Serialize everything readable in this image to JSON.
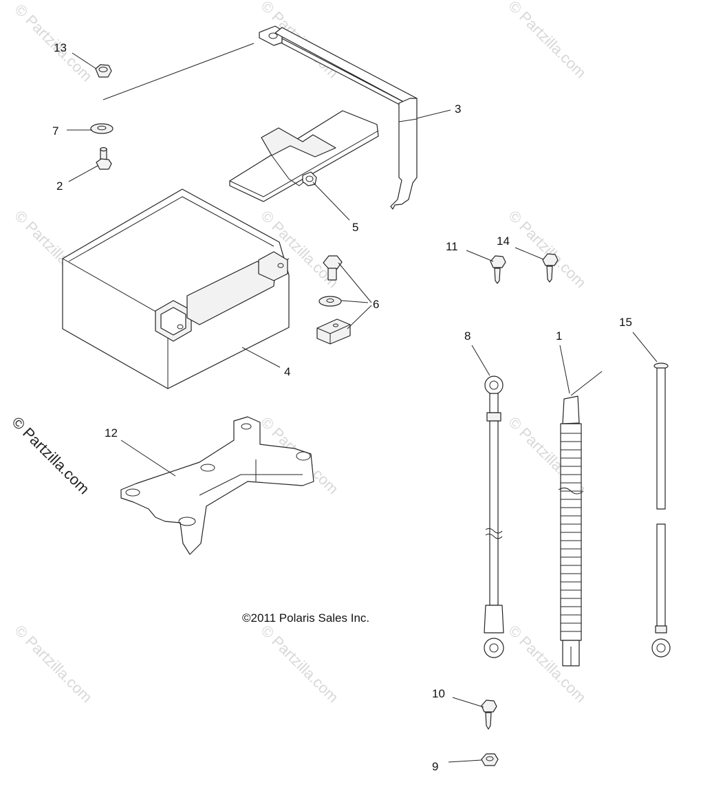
{
  "watermark": {
    "text": "© Partzilla.com",
    "color": "#d8d8d8"
  },
  "copyright": "©2011 Polaris Sales Inc.",
  "callouts": {
    "c1": "1",
    "c2": "2",
    "c3": "3",
    "c4": "4",
    "c5": "5",
    "c6": "6",
    "c7": "7",
    "c8": "8",
    "c9": "9",
    "c10": "10",
    "c11": "11",
    "c12": "12",
    "c13": "13",
    "c14": "14",
    "c15": "15"
  }
}
